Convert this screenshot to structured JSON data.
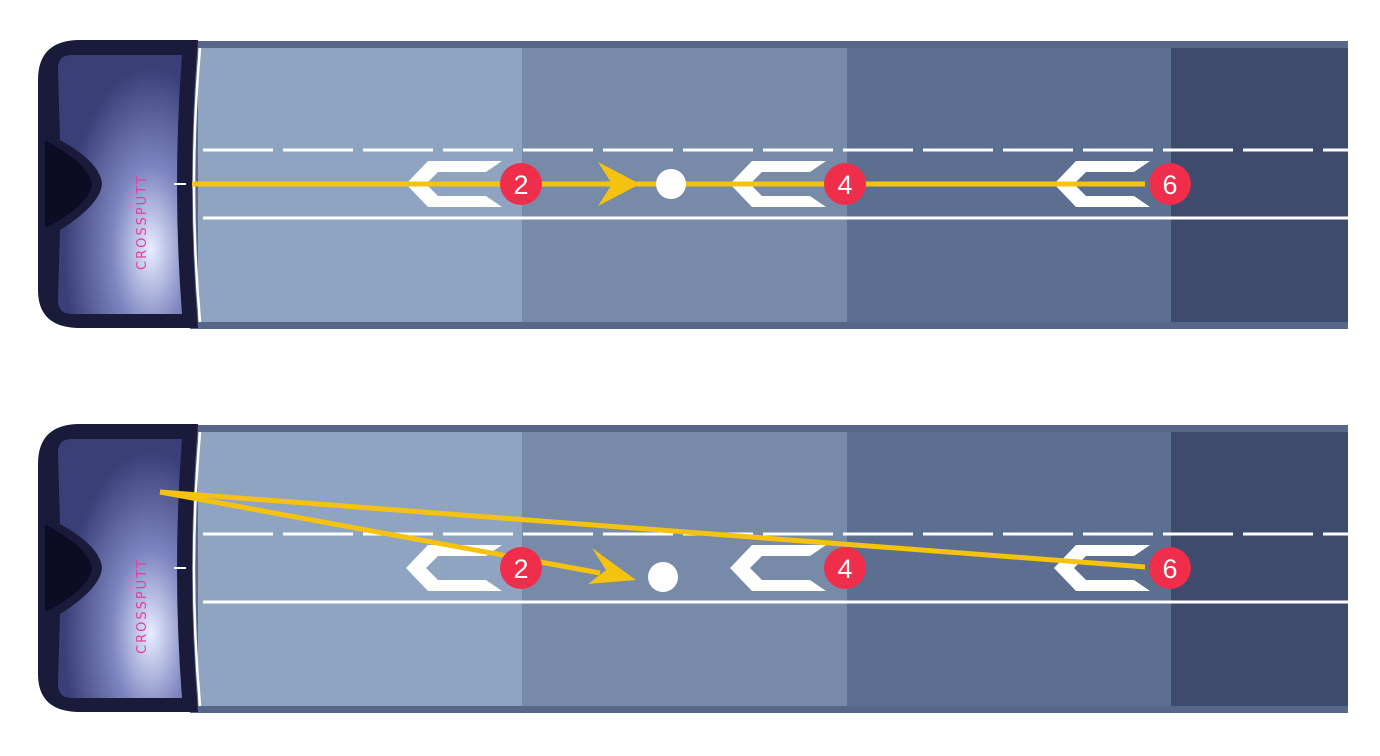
{
  "logo_text": "CROSSPUTT",
  "colors": {
    "zone1": "#8fa4c1",
    "zone2": "#778ba9",
    "zone3": "#5d6f90",
    "zone4": "#3e4b6d",
    "border": "#56678a",
    "path": "#f5c20f",
    "badge": "#ee2e4a",
    "putter": "#1a1a3a"
  },
  "diagrams": [
    {
      "name": "straight-putt",
      "markers": [
        "2",
        "4",
        "6"
      ]
    },
    {
      "name": "angled-putt",
      "markers": [
        "2",
        "4",
        "6"
      ]
    }
  ]
}
